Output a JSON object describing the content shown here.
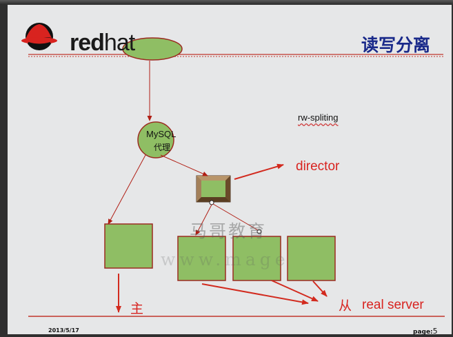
{
  "header": {
    "brand_bold": "red",
    "brand_light": "hat",
    "title": "读写分离"
  },
  "diagram": {
    "subtitle": "rw-spliting",
    "proxy_line1": "MySQL",
    "proxy_line2": "代理",
    "director_label": "director",
    "master_label": "主",
    "slave_label": "从",
    "real_server_label": "real server"
  },
  "watermark": {
    "line1": "马哥教育",
    "line2": "www.mage"
  },
  "footer": {
    "date": "2013/5/17",
    "page_label": "page:",
    "page_number": "5"
  },
  "colors": {
    "node_fill": "#8fbe64",
    "node_stroke": "#9b2a20",
    "arrow": "#d22a1e",
    "title": "#1a2a8a",
    "rule": "#c0362b"
  }
}
